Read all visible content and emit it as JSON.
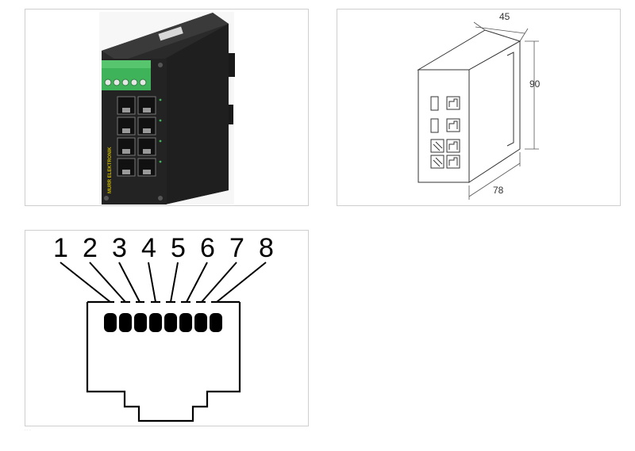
{
  "product_photo": {
    "brand_text": "MURR ELEKTRONIK",
    "port_count": 8,
    "terminal_pins": 5
  },
  "dimension_drawing": {
    "width_label": "45",
    "height_label": "90",
    "depth_label": "78"
  },
  "pinout": {
    "pins": [
      "1",
      "2",
      "3",
      "4",
      "5",
      "6",
      "7",
      "8"
    ]
  },
  "footer": {
    "caption": "· · ·"
  },
  "colors": {
    "housing": "#2a2a2a",
    "terminal_block": "#3fb35a",
    "brand_yellow": "#c8b400"
  }
}
